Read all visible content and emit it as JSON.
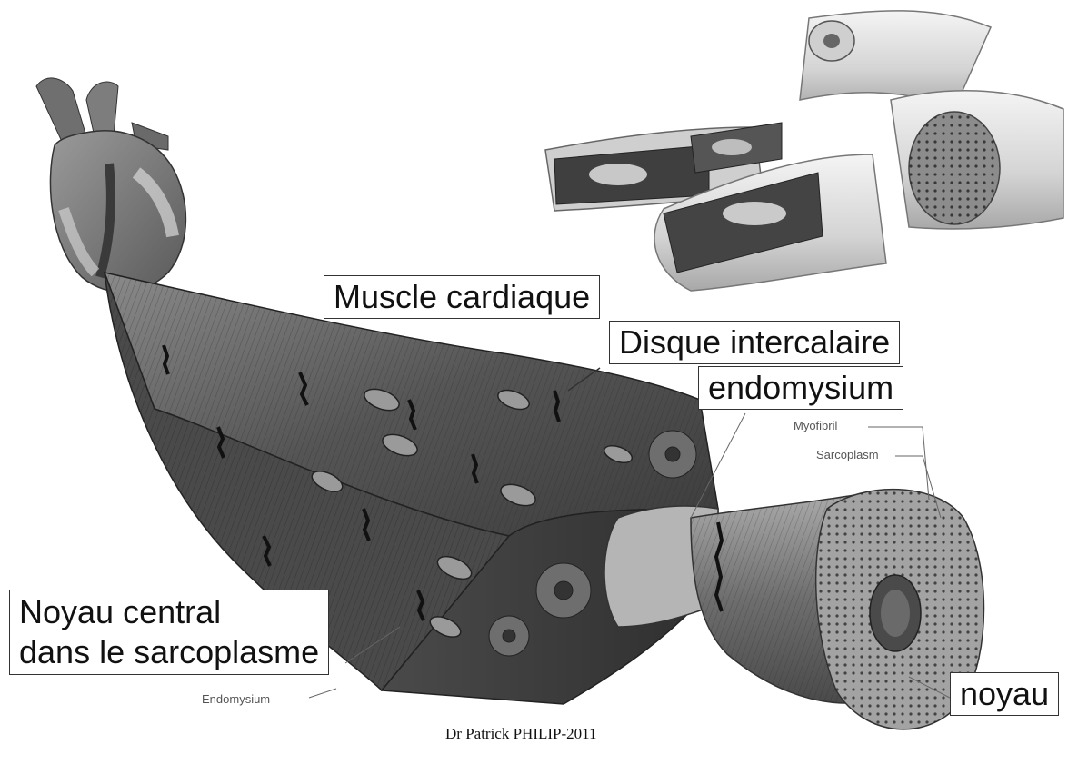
{
  "labels": {
    "muscle_cardiaque": "Muscle cardiaque",
    "disque_intercalaire": "Disque intercalaire",
    "endomysium_callout": "endomysium",
    "noyau_central_line1": "Noyau central",
    "noyau_central_line2": "dans le sarcoplasme",
    "noyau": "noyau",
    "myofibril": "Myofibril",
    "sarcoplasm": "Sarcoplasm",
    "endomysium_small": "Endomysium"
  },
  "credit": "Dr Patrick PHILIP-2011",
  "colors": {
    "tissue_dark": "#3a3a3a",
    "tissue_mid": "#6b6b6b",
    "tissue_light": "#bdbdbd",
    "heart": "#7a7a7a"
  }
}
